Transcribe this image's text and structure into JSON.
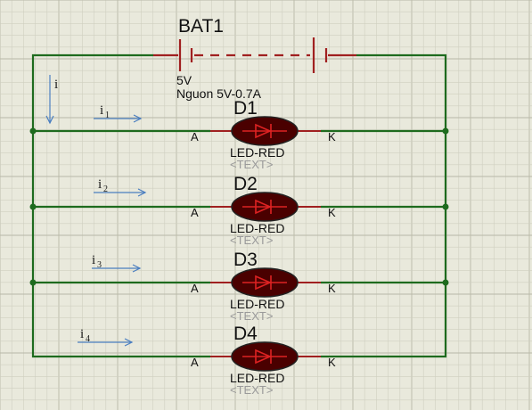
{
  "battery": {
    "ref": "BAT1",
    "voltage": "5V",
    "description": "Nguon 5V-0.7A"
  },
  "main_current": {
    "symbol": "i"
  },
  "leds": [
    {
      "ref": "D1",
      "pin_a": "A",
      "pin_k": "K",
      "value": "LED-RED",
      "text": "<TEXT>",
      "current": "i",
      "current_sub": "1"
    },
    {
      "ref": "D2",
      "pin_a": "A",
      "pin_k": "K",
      "value": "LED-RED",
      "text": "<TEXT>",
      "current": "i",
      "current_sub": "2"
    },
    {
      "ref": "D3",
      "pin_a": "A",
      "pin_k": "K",
      "value": "LED-RED",
      "text": "<TEXT>",
      "current": "i",
      "current_sub": "3"
    },
    {
      "ref": "D4",
      "pin_a": "A",
      "pin_k": "K",
      "value": "LED-RED",
      "text": "<TEXT>",
      "current": "i",
      "current_sub": "4"
    }
  ],
  "colors": {
    "background": "#e9e9dc",
    "wire": "#1e6b1e",
    "component": "#a02020",
    "led_body": "#4a0000",
    "current_arrow": "#4a7ec0"
  }
}
